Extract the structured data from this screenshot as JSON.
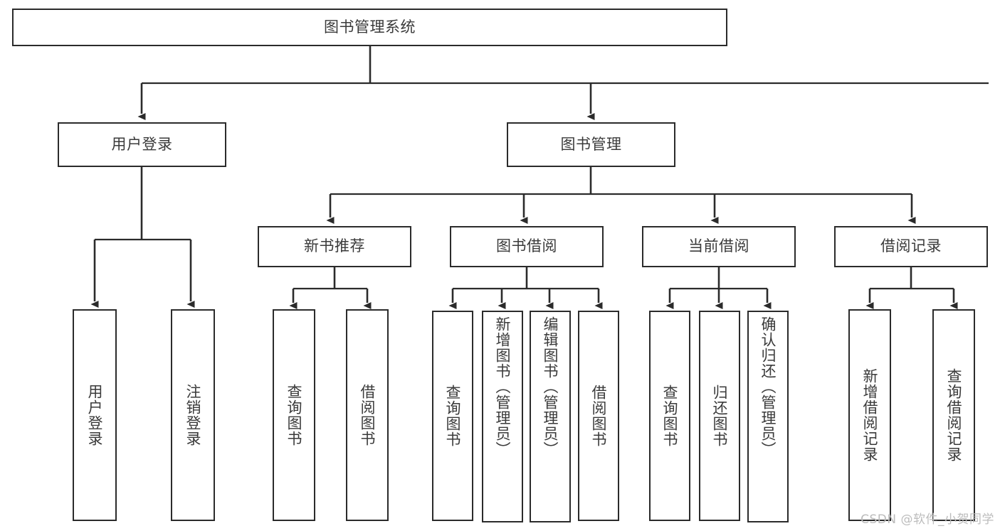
{
  "diagram": {
    "title": "图书管理系统",
    "type": "tree-hierarchy",
    "orientation": "top-down",
    "colors": {
      "background": "#ffffff",
      "stroke": "#2b2b2b",
      "node_fill": "#ffffff",
      "text": "#3a3a3a",
      "watermark": "#bcbcbc"
    }
  },
  "root": {
    "label": "图书管理系统"
  },
  "level2": [
    {
      "label": "用户登录"
    },
    {
      "label": "图书管理"
    }
  ],
  "level3": [
    {
      "label": "新书推荐"
    },
    {
      "label": "图书借阅"
    },
    {
      "label": "当前借阅"
    },
    {
      "label": "借阅记录"
    }
  ],
  "leaves": {
    "user_login": [
      {
        "label": "用户登录"
      },
      {
        "label": "注销登录"
      }
    ],
    "new_book_recommend": [
      {
        "label": "查询图书"
      },
      {
        "label": "借阅图书"
      }
    ],
    "book_borrow": [
      {
        "label": "查询图书"
      },
      {
        "label": "新增图书（管理员）"
      },
      {
        "label": "编辑图书（管理员）"
      },
      {
        "label": "借阅图书"
      }
    ],
    "current_borrow": [
      {
        "label": "查询图书"
      },
      {
        "label": "归还图书"
      },
      {
        "label": "确认归还（管理员）"
      }
    ],
    "borrow_record": [
      {
        "label": "新增借阅记录"
      },
      {
        "label": "查询借阅记录"
      }
    ]
  },
  "watermark": {
    "text": "CSDN @软件_小贺同学"
  }
}
